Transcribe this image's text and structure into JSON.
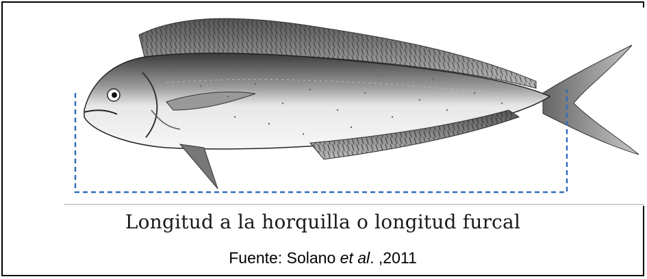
{
  "figure": {
    "caption": "Longitud a la horquilla o longitud furcal",
    "source_prefix": "Fuente: Solano ",
    "source_italic": "et al",
    "source_suffix": ". ,2011",
    "colors": {
      "border": "#000000",
      "measure_line": "#2f6fb8",
      "fish_dark": "#2a2a2a",
      "fish_mid": "#8a8a8a",
      "fish_light": "#f2f2f2"
    },
    "icon": "dolphinfish-illustration"
  }
}
